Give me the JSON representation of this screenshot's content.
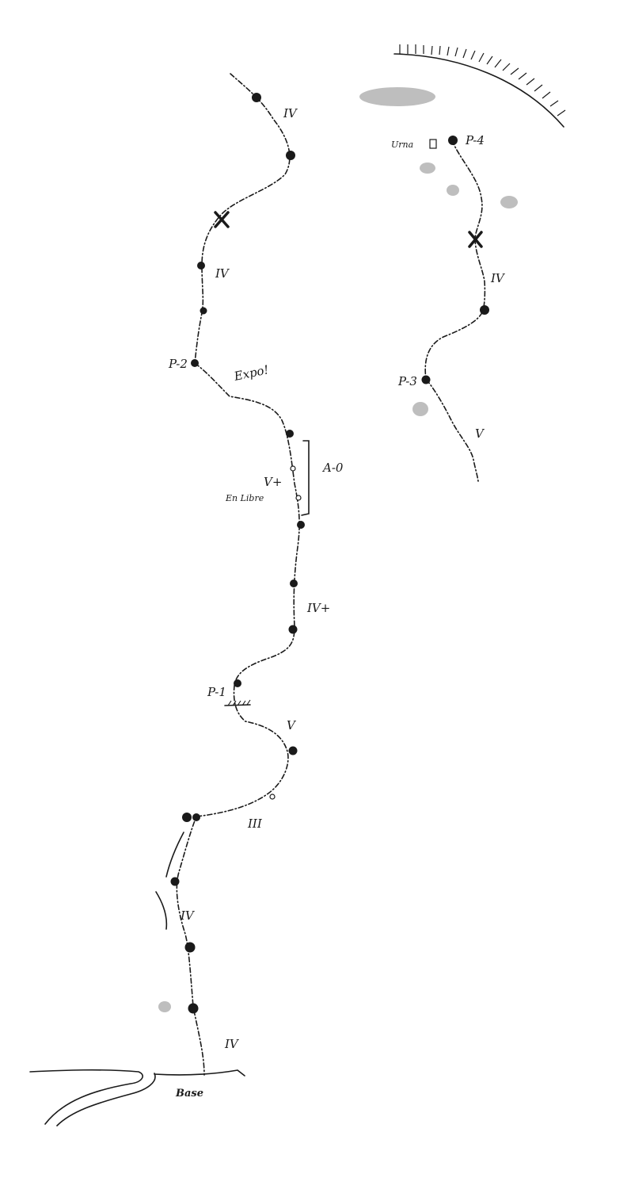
{
  "labels": {
    "grade_iv_top": "IV",
    "grade_iv_p2": "IV",
    "expo": "Expo!",
    "grade_v_aid": "V+",
    "en_libre": "En Libre",
    "aid_grade": "A-0",
    "grade_iv_plus": "IV+",
    "grade_v_p1": "V",
    "grade_iii": "III",
    "grade_iv_lower": "IV",
    "grade_iv_base": "IV",
    "base": "Base",
    "p1": "P-1",
    "p2": "P-2",
    "p3": "P-3",
    "p4": "P-4",
    "grade_iv_right": "IV",
    "grade_v_right": "V",
    "urna": "Urna"
  }
}
